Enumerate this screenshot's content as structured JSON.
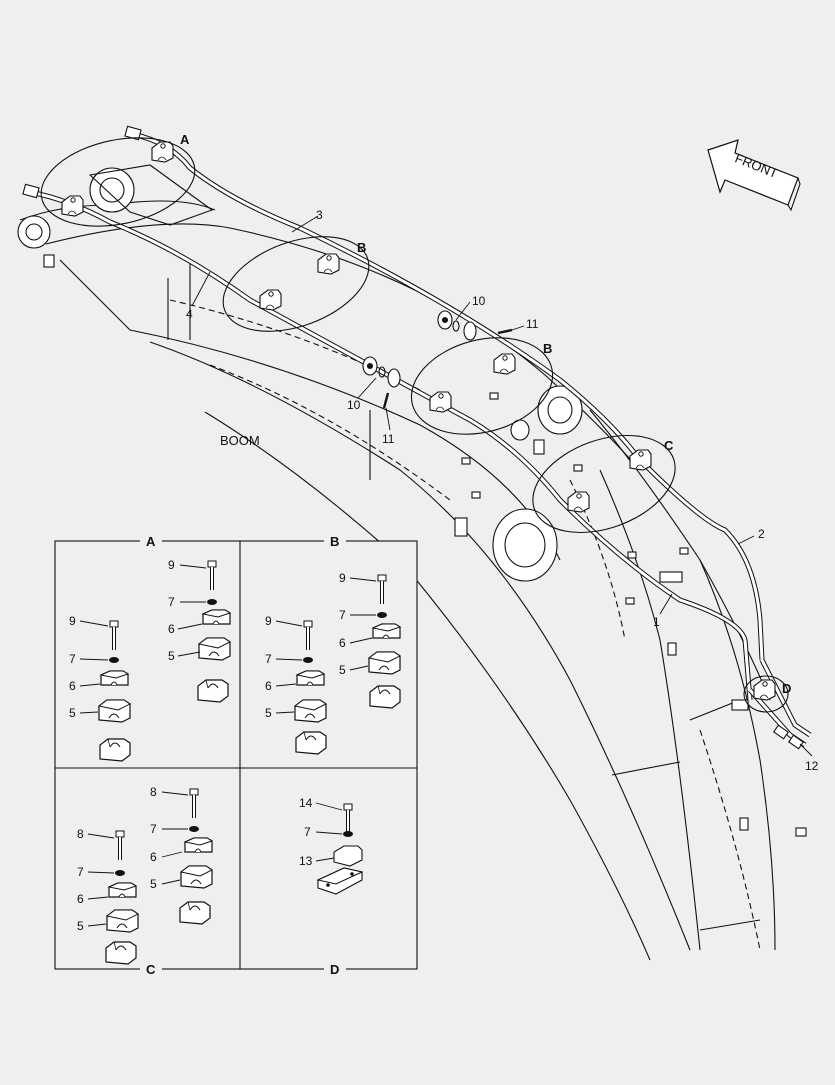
{
  "diagram": {
    "front_label": "FRONT",
    "boom_label": "BOOM",
    "detail_letters": {
      "a": "A",
      "b": "B",
      "c": "C",
      "d": "D"
    },
    "callouts": {
      "n1": "1",
      "n2": "2",
      "n3": "3",
      "n4": "4",
      "n10a": "10",
      "n10b": "10",
      "n11a": "11",
      "n11b": "11",
      "n12": "12"
    },
    "panels": {
      "a": {
        "title": "A",
        "parts": [
          "9",
          "7",
          "6",
          "5",
          "9",
          "7",
          "6",
          "5"
        ]
      },
      "b": {
        "title": "B",
        "parts": [
          "9",
          "7",
          "6",
          "5",
          "9",
          "7",
          "6",
          "5"
        ]
      },
      "c": {
        "title": "C",
        "parts": [
          "8",
          "7",
          "6",
          "5",
          "8",
          "7",
          "6",
          "5"
        ]
      },
      "d": {
        "title": "D",
        "parts": [
          "14",
          "7",
          "13"
        ]
      }
    },
    "colors": {
      "background": "#efefef",
      "line": "#111111"
    }
  }
}
